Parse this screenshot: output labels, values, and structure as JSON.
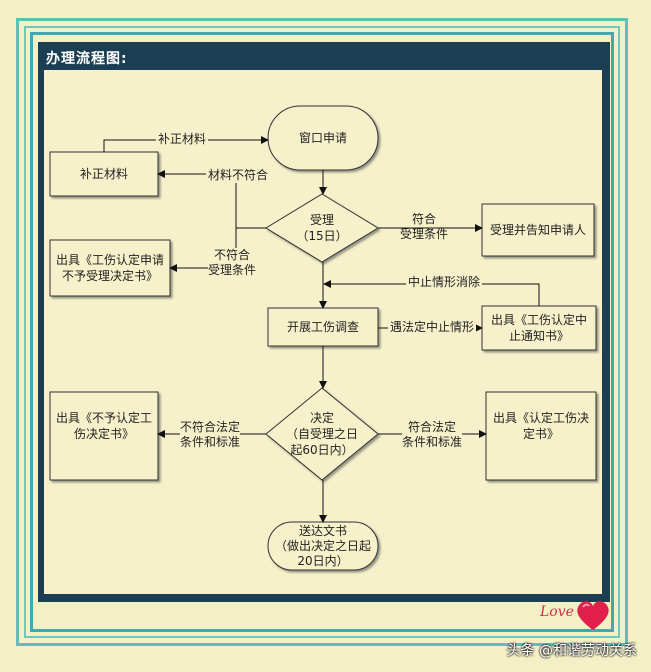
{
  "panel": {
    "title": "办理流程图:"
  },
  "nodes": {
    "window_apply": "窗口申请",
    "supplement_box": "补正材料",
    "accept": [
      "受理",
      "（15日）"
    ],
    "accept_notify": "受理并告知申请人",
    "reject_accept_doc": [
      "出具《工伤认定申请",
      "不予受理决定书》"
    ],
    "investigate": "开展工伤调查",
    "suspend_doc": [
      "出具《工伤认定中",
      "止通知书》"
    ],
    "decision": [
      "决定",
      "（自受理之日",
      "起60日内）"
    ],
    "deny_doc": [
      "出具《不予认定工",
      "伤决定书》"
    ],
    "approve_doc": [
      "出具《认定工伤决",
      "定书》"
    ],
    "deliver": [
      "送达文书",
      "（做出决定之日起",
      "20日内）"
    ]
  },
  "edges": {
    "supplement_top": "补正材料",
    "materials_mismatch": "材料不符合",
    "meets_accept": [
      "符合",
      "受理条件"
    ],
    "not_meet_accept": [
      "不符合",
      "受理条件"
    ],
    "suspension_cleared": "中止情形消除",
    "legal_suspension": "遇法定中止情形",
    "not_meet_legal": [
      "不符合法定",
      "条件和标准"
    ],
    "meet_legal": [
      "符合法定",
      "条件和标准"
    ]
  },
  "watermark": "头条 @和谐劳动关系",
  "decoration": "Love",
  "colors": {
    "panel": "#1b3e52",
    "canvas": "#f6f1ca",
    "frame": "#5cc0b6",
    "heart": "#e0204a"
  }
}
